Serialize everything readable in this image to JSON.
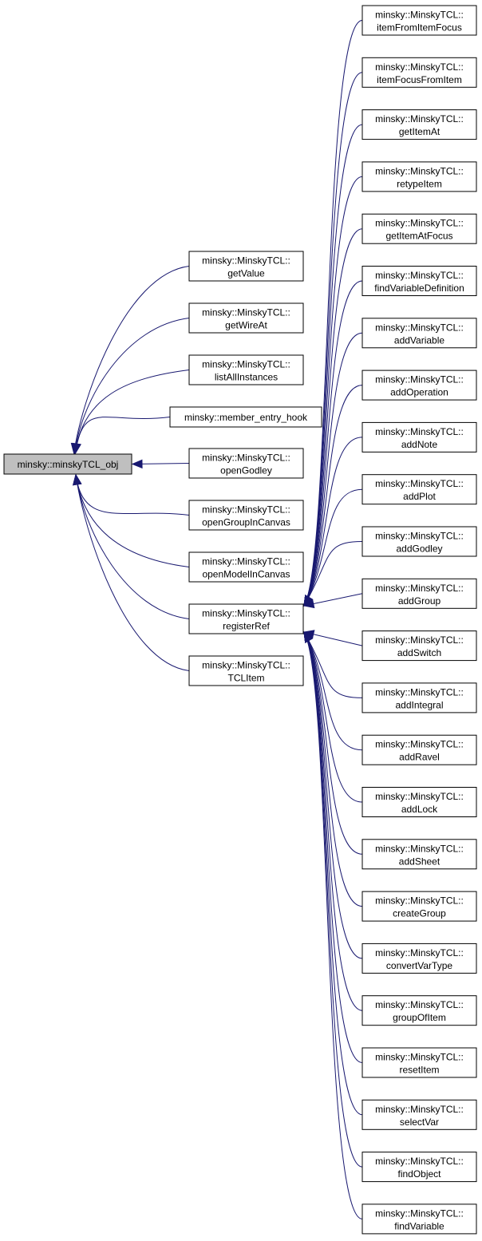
{
  "graph": {
    "root": {
      "id": "root",
      "lines": [
        "minsky::minskyTCL_obj"
      ]
    },
    "middle": [
      {
        "id": "getValue",
        "lines": [
          "minsky::MinskyTCL::",
          "getValue"
        ]
      },
      {
        "id": "getWireAt",
        "lines": [
          "minsky::MinskyTCL::",
          "getWireAt"
        ]
      },
      {
        "id": "listAllInstances",
        "lines": [
          "minsky::MinskyTCL::",
          "listAllInstances"
        ]
      },
      {
        "id": "member_entry_hook",
        "lines": [
          "minsky::member_entry_hook"
        ]
      },
      {
        "id": "openGodley",
        "lines": [
          "minsky::MinskyTCL::",
          "openGodley"
        ]
      },
      {
        "id": "openGroupInCanvas",
        "lines": [
          "minsky::MinskyTCL::",
          "openGroupInCanvas"
        ]
      },
      {
        "id": "openModelInCanvas",
        "lines": [
          "minsky::MinskyTCL::",
          "openModelInCanvas"
        ]
      },
      {
        "id": "registerRef",
        "lines": [
          "minsky::MinskyTCL::",
          "registerRef"
        ]
      },
      {
        "id": "TCLItem",
        "lines": [
          "minsky::MinskyTCL::",
          "TCLItem"
        ]
      }
    ],
    "right": [
      {
        "id": "itemFromItemFocus",
        "lines": [
          "minsky::MinskyTCL::",
          "itemFromItemFocus"
        ]
      },
      {
        "id": "itemFocusFromItem",
        "lines": [
          "minsky::MinskyTCL::",
          "itemFocusFromItem"
        ]
      },
      {
        "id": "getItemAt",
        "lines": [
          "minsky::MinskyTCL::",
          "getItemAt"
        ]
      },
      {
        "id": "retypeItem",
        "lines": [
          "minsky::MinskyTCL::",
          "retypeItem"
        ]
      },
      {
        "id": "getItemAtFocus",
        "lines": [
          "minsky::MinskyTCL::",
          "getItemAtFocus"
        ]
      },
      {
        "id": "findVariableDefinition",
        "lines": [
          "minsky::MinskyTCL::",
          "findVariableDefinition"
        ]
      },
      {
        "id": "addVariable",
        "lines": [
          "minsky::MinskyTCL::",
          "addVariable"
        ]
      },
      {
        "id": "addOperation",
        "lines": [
          "minsky::MinskyTCL::",
          "addOperation"
        ]
      },
      {
        "id": "addNote",
        "lines": [
          "minsky::MinskyTCL::",
          "addNote"
        ]
      },
      {
        "id": "addPlot",
        "lines": [
          "minsky::MinskyTCL::",
          "addPlot"
        ]
      },
      {
        "id": "addGodley",
        "lines": [
          "minsky::MinskyTCL::",
          "addGodley"
        ]
      },
      {
        "id": "addGroup",
        "lines": [
          "minsky::MinskyTCL::",
          "addGroup"
        ]
      },
      {
        "id": "addSwitch",
        "lines": [
          "minsky::MinskyTCL::",
          "addSwitch"
        ]
      },
      {
        "id": "addIntegral",
        "lines": [
          "minsky::MinskyTCL::",
          "addIntegral"
        ]
      },
      {
        "id": "addRavel",
        "lines": [
          "minsky::MinskyTCL::",
          "addRavel"
        ]
      },
      {
        "id": "addLock",
        "lines": [
          "minsky::MinskyTCL::",
          "addLock"
        ]
      },
      {
        "id": "addSheet",
        "lines": [
          "minsky::MinskyTCL::",
          "addSheet"
        ]
      },
      {
        "id": "createGroup",
        "lines": [
          "minsky::MinskyTCL::",
          "createGroup"
        ]
      },
      {
        "id": "convertVarType",
        "lines": [
          "minsky::MinskyTCL::",
          "convertVarType"
        ]
      },
      {
        "id": "groupOfItem",
        "lines": [
          "minsky::MinskyTCL::",
          "groupOfItem"
        ]
      },
      {
        "id": "resetItem",
        "lines": [
          "minsky::MinskyTCL::",
          "resetItem"
        ]
      },
      {
        "id": "selectVar",
        "lines": [
          "minsky::MinskyTCL::",
          "selectVar"
        ]
      },
      {
        "id": "findObject",
        "lines": [
          "minsky::MinskyTCL::",
          "findObject"
        ]
      },
      {
        "id": "findVariable",
        "lines": [
          "minsky::MinskyTCL::",
          "findVariable"
        ]
      }
    ],
    "colors": {
      "edge": "#191970",
      "root_fill": "#bfbfbf",
      "node_fill": "#ffffff",
      "node_stroke": "#000000"
    }
  }
}
